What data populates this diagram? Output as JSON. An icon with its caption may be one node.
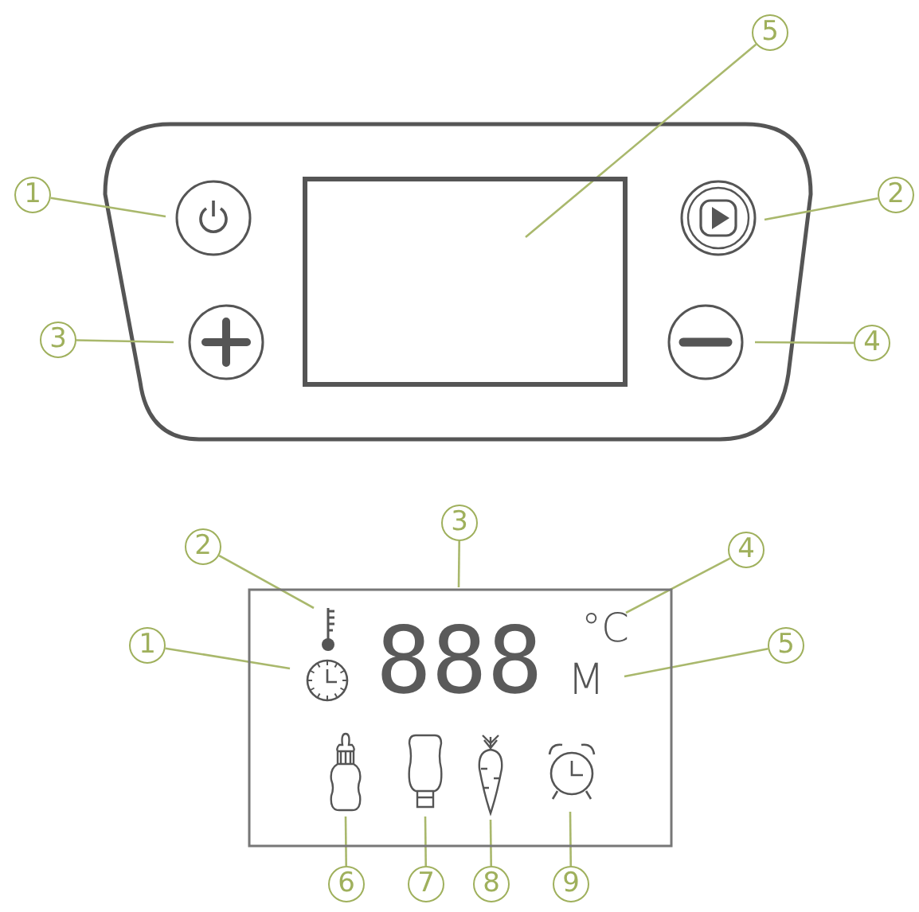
{
  "diagram": {
    "nodes": [
      {
        "text": [
          "5"
        ]
      },
      {
        "text": [
          "1"
        ]
      },
      {
        "text": [
          "2"
        ]
      },
      {
        "text": [
          "3"
        ]
      },
      {
        "text": [
          "4"
        ]
      },
      {
        "text": [],
        "shape": "circle"
      },
      {
        "text": [],
        "shape": "box"
      },
      {
        "text": [],
        "shape": "circle"
      },
      {
        "text": [],
        "shape": "circle"
      },
      {
        "text": [],
        "shape": "circle"
      },
      {
        "text": [
          "3"
        ]
      },
      {
        "text": [
          "2"
        ]
      },
      {
        "text": [
          "4"
        ]
      },
      {
        "text": [
          "1"
        ]
      },
      {
        "text": [
          "5"
        ]
      },
      {
        "text": [],
        "shape": "box"
      },
      {
        "text": [],
        "shape": "thermometer",
        "in": 15
      },
      {
        "text": [
          "°C"
        ],
        "in": 15
      },
      {
        "text": [],
        "shape": "clock",
        "in": 15
      },
      {
        "text": [
          "M"
        ],
        "in": 15
      },
      {
        "text": [],
        "shape": "bottle",
        "in": 15
      },
      {
        "text": [],
        "shape": "pouch",
        "in": 15
      },
      {
        "text": [],
        "shape": "carrot",
        "in": 15
      },
      {
        "text": [],
        "shape": "alarm",
        "in": 15
      },
      {
        "text": [
          "6"
        ]
      },
      {
        "text": [
          "7"
        ]
      },
      {
        "text": [
          "8"
        ]
      },
      {
        "text": [
          "9"
        ]
      }
    ],
    "edges": [
      {
        "from": 0,
        "to": 6,
        "arrow": "none"
      },
      {
        "from": 1,
        "to": 5,
        "arrow": "none"
      },
      {
        "from": 2,
        "to": 7,
        "arrow": "none"
      },
      {
        "from": 3,
        "to": 8,
        "arrow": "none"
      },
      {
        "from": 4,
        "to": 9,
        "arrow": "none"
      },
      {
        "from": 10,
        "to": 15,
        "arrow": "none"
      },
      {
        "from": 11,
        "to": 16,
        "arrow": "none"
      },
      {
        "from": 12,
        "to": 17,
        "arrow": "none"
      },
      {
        "from": 13,
        "to": 18,
        "arrow": "none"
      },
      {
        "from": 14,
        "to": 19,
        "arrow": "none"
      },
      {
        "from": 24,
        "to": 20,
        "arrow": "none"
      },
      {
        "from": 25,
        "to": 21,
        "arrow": "none"
      },
      {
        "from": 26,
        "to": 22,
        "arrow": "none"
      },
      {
        "from": 27,
        "to": 23,
        "arrow": "none"
      }
    ],
    "labels": [
      "888"
    ]
  }
}
